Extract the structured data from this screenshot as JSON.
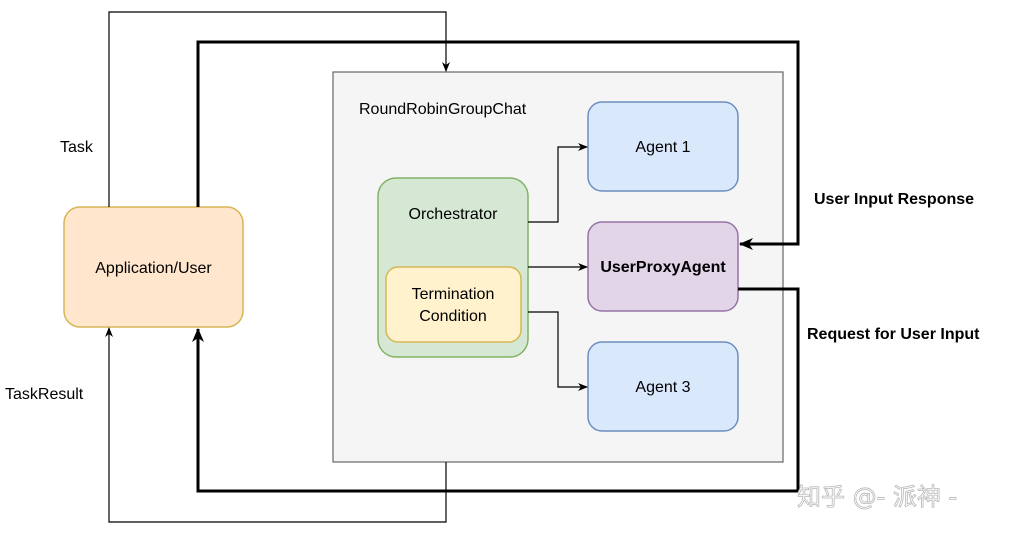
{
  "diagram": {
    "group_box": {
      "title": "RoundRobinGroupChat"
    },
    "nodes": {
      "app": {
        "label": "Application/User"
      },
      "orchestrator": {
        "label": "Orchestrator"
      },
      "termination": {
        "line1": "Termination",
        "line2": "Condition"
      },
      "agent1": {
        "label": "Agent 1"
      },
      "user_proxy": {
        "label": "UserProxyAgent"
      },
      "agent3": {
        "label": "Agent 3"
      }
    },
    "edge_labels": {
      "task": "Task",
      "task_result": "TaskResult",
      "user_input_response": "User Input Response",
      "request_for_user_input": "Request for User Input"
    },
    "watermark": "知乎 @- 派神 -"
  },
  "colors": {
    "app_fill": "#ffe6cc",
    "app_stroke": "#d6b656",
    "group_fill": "#f5f5f5",
    "group_stroke": "#666666",
    "orch_fill": "#d5e8d4",
    "orch_stroke": "#82b366",
    "term_fill": "#fff2cc",
    "term_stroke": "#d6b656",
    "agent_fill": "#dae8fc",
    "agent_stroke": "#6c8ebf",
    "proxy_fill": "#e1d5e7",
    "proxy_stroke": "#9673a6"
  }
}
